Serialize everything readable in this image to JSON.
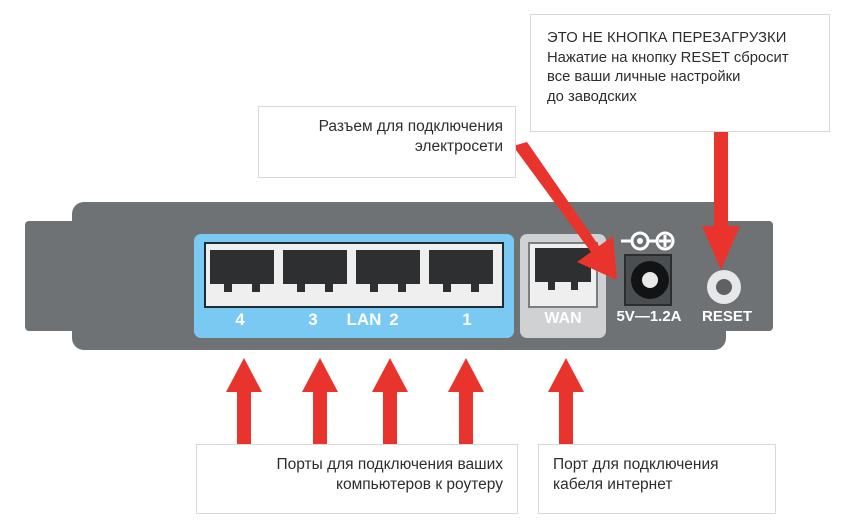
{
  "callouts": {
    "power_socket": {
      "name": "power-socket-callout",
      "lines": [
        "Разъем для подключения",
        "электросети"
      ]
    },
    "reset_warning": {
      "name": "reset-warning-callout",
      "lines": [
        "ЭТО НЕ КНОПКА ПЕРЕЗАГРУЗКИ",
        "Нажатие на кнопку RESET сбросит",
        "все ваши личные настройки",
        "до заводских"
      ]
    },
    "lan_ports": {
      "name": "lan-ports-callout",
      "lines": [
        "Порты для подключения ваших",
        "компьютеров к роутеру"
      ]
    },
    "wan_port": {
      "name": "wan-port-callout",
      "lines": [
        "Порт для подключения",
        "кабеля интернет"
      ]
    }
  },
  "router": {
    "lan": {
      "group_label": "LAN",
      "port_labels": [
        "4",
        "3",
        "2",
        "1"
      ]
    },
    "wan": {
      "label": "WAN"
    },
    "power": {
      "rating": "5V—1.2A",
      "polarity_icon": "center-positive-polarity-icon"
    },
    "reset": {
      "label": "RESET"
    }
  },
  "colors": {
    "arrow_red": "#e8342c",
    "body_gray": "#6f7275",
    "lan_blue": "#79c9f2",
    "wan_gray": "#cfd1d2",
    "jack_dark": "#2e2f31",
    "box_border": "#d8d8d8",
    "text_dark": "#2d2d2d"
  },
  "arrows": [
    {
      "name": "arrow-to-lan-port-4",
      "direction": "up"
    },
    {
      "name": "arrow-to-lan-port-3",
      "direction": "up"
    },
    {
      "name": "arrow-to-lan-port-2",
      "direction": "up"
    },
    {
      "name": "arrow-to-lan-port-1",
      "direction": "up"
    },
    {
      "name": "arrow-to-wan-port",
      "direction": "up"
    },
    {
      "name": "arrow-to-power-socket",
      "direction": "diagonal-down-right"
    },
    {
      "name": "arrow-to-reset-button",
      "direction": "down"
    }
  ]
}
